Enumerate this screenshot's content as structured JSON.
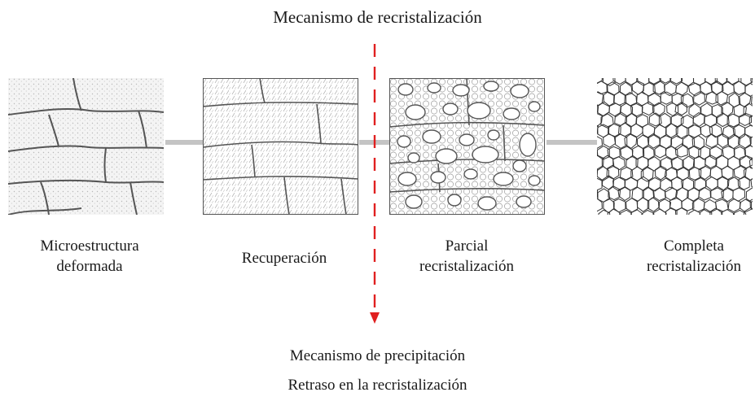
{
  "diagram": {
    "title": "Mecanismo de recristalización",
    "stages": [
      {
        "id": "deformed",
        "caption_lines": [
          "Microestructura",
          "deformada"
        ]
      },
      {
        "id": "recovery",
        "caption_lines": [
          "Recuperación"
        ]
      },
      {
        "id": "partial",
        "caption_lines": [
          "Parcial",
          "recristalización"
        ]
      },
      {
        "id": "complete",
        "caption_lines": [
          "Completa",
          "recristalización"
        ]
      }
    ],
    "divider": {
      "color": "#e02020",
      "style": "dashed-arrow-down"
    },
    "bottom_lines": [
      "Mecanismo de precipitación",
      "Retraso en la recristalización"
    ],
    "colors": {
      "connector": "#c4c4c4",
      "grain_boundary": "#555555",
      "texture": "#9a9a9a"
    }
  }
}
